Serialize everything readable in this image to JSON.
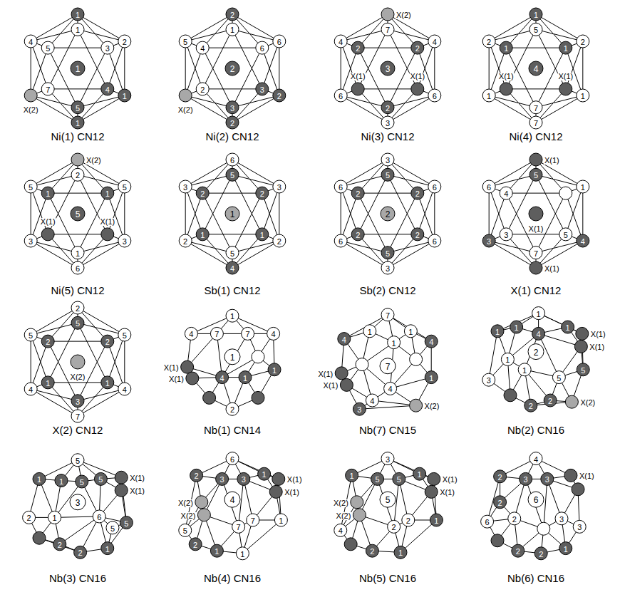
{
  "diagram": {
    "labels": [
      "1",
      "2",
      "1",
      "1",
      "X(2)",
      "4",
      "1",
      "3",
      "4",
      "5",
      "7",
      "5",
      "1",
      "Ni(1) CN12",
      "2",
      "6",
      "2",
      "2",
      "X(2)",
      "5",
      "1",
      "6",
      "3",
      "3",
      "2",
      "4",
      "2",
      "Ni(2) CN12",
      "X(2)",
      "4",
      "6",
      "3",
      "6",
      "4",
      "7",
      "2",
      "X(1)",
      "2",
      "X(1)",
      "2",
      "3",
      "Ni(3) CN12",
      "1",
      "2",
      "1",
      "7",
      "1",
      "2",
      "5",
      "1",
      "X(1)",
      "7",
      "X(1)",
      "1",
      "4",
      "Ni(4) CN12",
      "X(2)",
      "5",
      "3",
      "6",
      "3",
      "5",
      "2",
      "1",
      "X(1)",
      "1",
      "X(1)",
      "1",
      "5",
      "Ni(5) CN12",
      "6",
      "3",
      "2",
      "4",
      "2",
      "3",
      "5",
      "2",
      "1",
      "5",
      "1",
      "2",
      "1",
      "Sb(1) CN12",
      "3",
      "6",
      "6",
      "3",
      "6",
      "6",
      "5",
      "2",
      "2",
      "5",
      "2",
      "2",
      "2",
      "Sb(2) CN12",
      "X(1)",
      "1",
      "4",
      "X(1)",
      "3",
      "6",
      "5",
      "5",
      "7",
      "3",
      "4",
      "X(1)",
      "X(1) CN12",
      "2",
      "5",
      "4",
      "7",
      "4",
      "5",
      "5",
      "2",
      "1",
      "3",
      "1",
      "2",
      "X(2)",
      "X(2) CN12",
      "1",
      "4",
      "7",
      "7",
      "4",
      "X(1)",
      "X(1)",
      "4",
      "1",
      "1",
      "2",
      "1",
      "Nb(1) CN14",
      "7",
      "1",
      "1",
      "1",
      "4",
      "4",
      "X(1)",
      "X(1)",
      "1",
      "4",
      "4",
      "3",
      "X(2)",
      "7",
      "Nb(7) CN15",
      "1",
      "1",
      "1",
      "4",
      "1",
      "X(1)",
      "X(1)",
      "1",
      "1",
      "3",
      "5",
      "5",
      "2",
      "2",
      "X(2)",
      "2",
      "Nb(2) CN16",
      "5",
      "1",
      "1",
      "5",
      "5",
      "X(1)",
      "X(1)",
      "2",
      "1",
      "6",
      "5",
      "5",
      "2",
      "2",
      "1",
      "3",
      "Nb(3) CN16",
      "6",
      "2",
      "3",
      "3",
      "1",
      "X(1)",
      "X(1)",
      "X(2)",
      "X(2)",
      "5",
      "7",
      "7",
      "1",
      "1",
      "1",
      "2",
      "4",
      "Nb(4) CN16",
      "3",
      "1",
      "5",
      "5",
      "1",
      "X(1)",
      "X(1)",
      "X(2)",
      "X(2)",
      "4",
      "2",
      "2",
      "1",
      "2",
      "1",
      "5",
      "Nb(5) CN16",
      "4",
      "2",
      "3",
      "3",
      "X(1)",
      "2",
      "6",
      "2",
      "3",
      "3",
      "2",
      "2",
      "1",
      "6",
      "Nb(6) CN16"
    ]
  }
}
